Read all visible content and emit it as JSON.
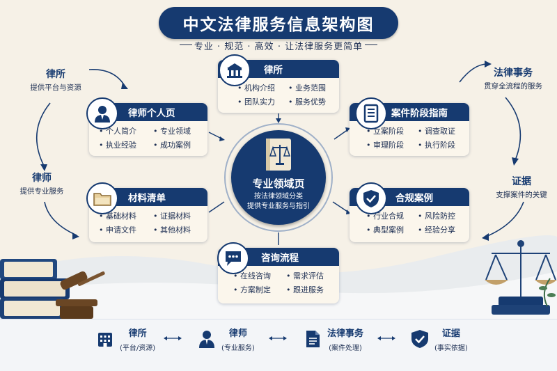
{
  "title": "中文法律服务信息架构图",
  "subtitle": "专业 · 规范 · 高效 · 让法律服务更简单",
  "center": {
    "title": "专业领域页",
    "line1": "按法律领域分类",
    "line2": "提供专业服务与指引"
  },
  "cards": {
    "lawfirm": {
      "title": "律所",
      "items": [
        "机构介绍",
        "业务范围",
        "团队实力",
        "服务优势"
      ],
      "icon": "building-icon"
    },
    "lawyer": {
      "title": "律师个人页",
      "items": [
        "个人简介",
        "专业领域",
        "执业经验",
        "成功案例"
      ],
      "icon": "lawyer-avatar-icon"
    },
    "stage": {
      "title": "案件阶段指南",
      "items": [
        "立案阶段",
        "调查取证",
        "审理阶段",
        "执行阶段"
      ],
      "icon": "document-list-icon"
    },
    "materials": {
      "title": "材料清单",
      "items": [
        "基础材料",
        "证据材料",
        "申请文件",
        "其他材料"
      ],
      "icon": "folder-icon"
    },
    "compliance": {
      "title": "合规案例",
      "items": [
        "行业合规",
        "风险防控",
        "典型案例",
        "经验分享"
      ],
      "icon": "shield-check-icon"
    },
    "consult": {
      "title": "咨询流程",
      "items": [
        "在线咨询",
        "需求评估",
        "方案制定",
        "跟进服务"
      ],
      "icon": "chat-bubble-icon"
    }
  },
  "side_labels": {
    "top_left": {
      "title": "律所",
      "sub": "提供平台与资源"
    },
    "mid_left": {
      "title": "律师",
      "sub": "提供专业服务"
    },
    "top_right": {
      "title": "法律事务",
      "sub": "贯穿全流程的服务"
    },
    "mid_right": {
      "title": "证据",
      "sub": "支撑案件的关键"
    }
  },
  "bottom": [
    {
      "title": "律所",
      "sub": "(平台/资源)",
      "icon": "building-icon"
    },
    {
      "title": "律师",
      "sub": "(专业服务)",
      "icon": "lawyer-icon"
    },
    {
      "title": "法律事务",
      "sub": "(案件处理)",
      "icon": "document-icon"
    },
    {
      "title": "证据",
      "sub": "(事实依据)",
      "icon": "shield-check-icon"
    }
  ],
  "colors": {
    "navy": "#163a70",
    "cream": "#fbf6ec",
    "background": "#f6f1e7"
  }
}
